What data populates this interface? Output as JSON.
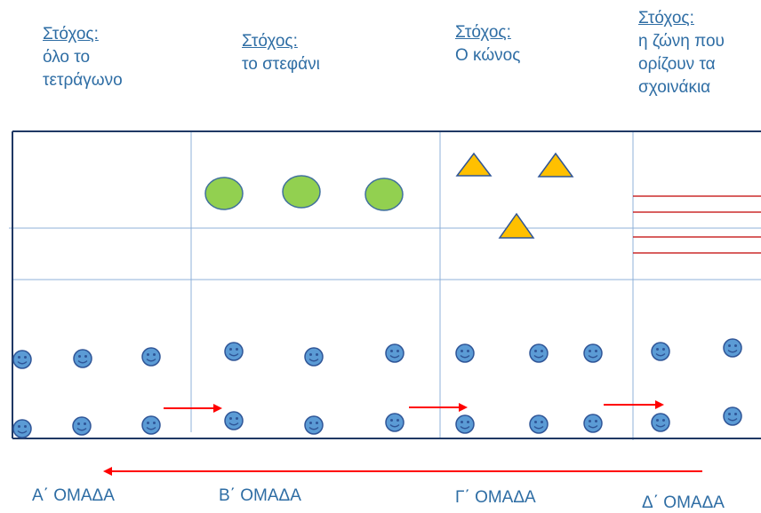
{
  "targets": [
    {
      "heading": "Στόχος:",
      "lines": [
        "όλο το",
        "τετράγωνο"
      ]
    },
    {
      "heading": "Στόχος:",
      "lines": [
        "το στεφάνι"
      ]
    },
    {
      "heading": "Στόχος:",
      "lines": [
        "Ο κώνος"
      ]
    },
    {
      "heading": "Στόχος:",
      "lines": [
        "η ζώνη που",
        "ορίζουν τα",
        "σχοινάκια"
      ]
    }
  ],
  "teams": [
    "Α΄ ΟΜΑΔΑ",
    "Β΄ ΟΜΑΔΑ",
    "Γ΄ ΟΜΑΔΑ",
    "Δ΄ ΟΜΑΔΑ"
  ],
  "colors": {
    "text": "#2e6da4",
    "grid": "#8fb0d8",
    "border": "#1f3864",
    "hoop_fill": "#92d050",
    "hoop_stroke": "#41719c",
    "cone_fill": "#ffc000",
    "cone_stroke": "#2f5597",
    "rope": "#c00000",
    "arrow": "#ff0000",
    "smiley_fill": "#5b9bd5",
    "smiley_stroke": "#2f5597"
  },
  "icons": {
    "player": "smiley-face-icon",
    "hoop": "hoop-circle",
    "cone": "cone-triangle",
    "rope": "jump-rope-line",
    "direction": "arrow-right-icon",
    "rotation": "arrow-left-icon"
  }
}
